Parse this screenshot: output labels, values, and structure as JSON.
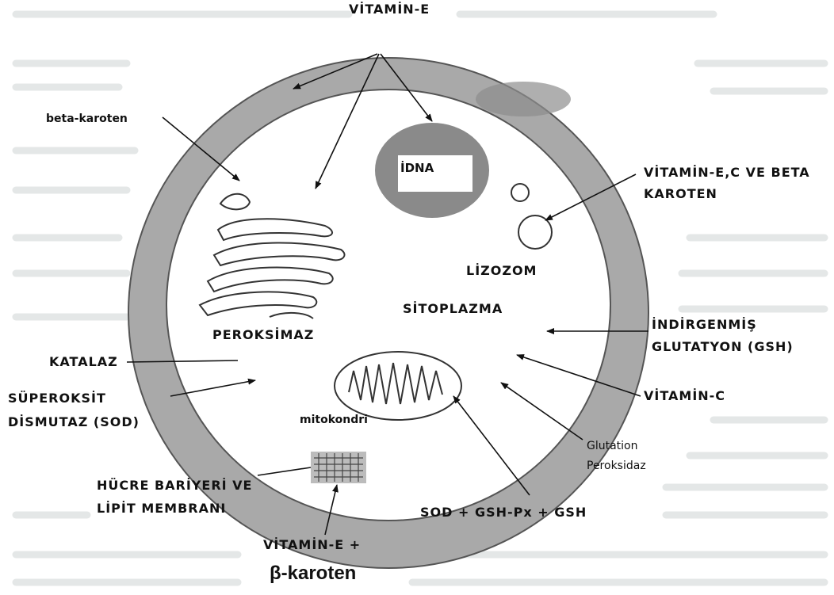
{
  "labels": {
    "vitamin_e_top": "VİTAMİN-E",
    "beta_karoten_small": "beta-karoten",
    "dna": "İDNA",
    "vitamin_ec_beta_1": "VİTAMİN-E,C VE BETA",
    "vitamin_ec_beta_2": "KAROTEN",
    "lizozom": "LİZOZOM",
    "sitoplazma": "SİTOPLAZMA",
    "peroksimaz": "PEROKSİMAZ",
    "katalaz": "KATALAZ",
    "indirgenmis_1": "İNDİRGENMİŞ",
    "indirgenmis_2": "GLUTATYON (GSH)",
    "superoksit_1": "SÜPEROKSİT",
    "superoksit_2": "DİSMUTAZ (SOD)",
    "vitamin_c": "VİTAMİN-C",
    "mitokondri": "mitokondri",
    "glutation_1": "Glutation",
    "glutation_2": "Peroksidaz",
    "hucre_1": "HÜCRE BARİYERİ VE",
    "hucre_2": "LİPİT MEMBRANI",
    "sod_gsh": "SOD + GSH-Px + GSH",
    "vitamin_e_plus": "VİTAMİN-E +",
    "beta_karoten_big": "β-karoten"
  },
  "colors": {
    "membrane": "#a9a9a9",
    "nucleus": "#8a8a8a",
    "background_text": "#d8dcdc"
  }
}
